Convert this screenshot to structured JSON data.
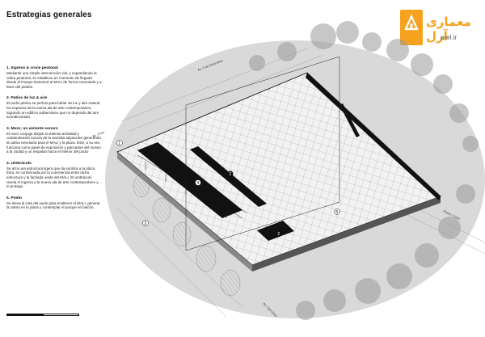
{
  "header": {
    "title": "Estrategias generales"
  },
  "logo": {
    "text_fa": "معماری آرل",
    "url": "arel.ir"
  },
  "strategies": [
    {
      "heading": "1. Ingreso & cruce peatonal",
      "body": "Mediante una simple intervención vial, y expandiendo la cebra peatonal, se establece un momento de llegada desde el Parque Dammert al MALI de forma controlada y a favor del peatón."
    },
    {
      "heading": "2. Patios de luz & aire",
      "body": "El podio pétreo se perfora para bañar de luz y aire natural los espacios de la nueva ala de arte contemporáneo, logrando un edificio subterráneo que no depende del aire acondicionado."
    },
    {
      "heading": "3. Muro; un aislante sonoro",
      "body": "El muro conjuga disipar la intensa actividad y contaminación sonora de la avenida adyacente generando la calma necesaria para el MALI y la plaza. Éste, a su vez, funciona como panel de exposición y pancartas del museo a la ciudad y un respaldo hacia el interior del podio"
    },
    {
      "heading": "4. Umbráculo",
      "body": "Se alza una estructura ligera que da sombra a la plaza. Ésta, es conformada por la convivencia entre dicha estructura y la fachada oeste del MALI. El umbráculo revela el ingreso a la nueva ala de arte contemporáneo y lo protege."
    },
    {
      "heading": "5. Podio",
      "body": "Se eleva la cota del suelo para enaltecer el MALI, generar la calma en la plaza y contemplar el parque en balcón."
    }
  ],
  "diagram": {
    "street_labels": [
      "Av. 9 de Diciembre",
      "Av. Grau",
      "Paseo Colón",
      "Av. Garcilaso"
    ],
    "markers": [
      "1",
      "2",
      "3",
      "4",
      "5",
      "2"
    ],
    "colors": {
      "ground_ellipse": "#d9d9d9",
      "ink": "#111111",
      "trees": "#8a8a8a",
      "logo": "#f6a21e"
    }
  }
}
